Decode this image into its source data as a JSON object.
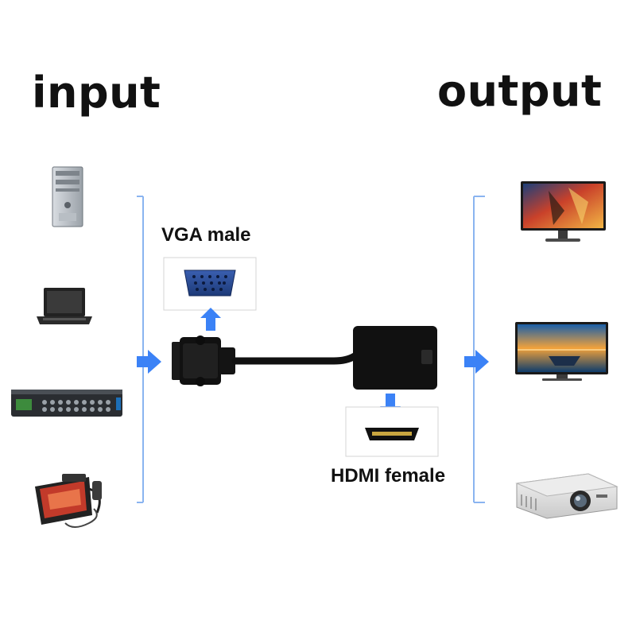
{
  "headings": {
    "input": "input",
    "output": "output"
  },
  "labels": {
    "vga": "VGA male",
    "hdmi": "HDMI female"
  },
  "colors": {
    "arrow": "#3b82f6",
    "bracket": "#8ab4f0",
    "cable": "#111111"
  },
  "input_devices": [
    {
      "icon": "desktop-tower-icon"
    },
    {
      "icon": "laptop-icon"
    },
    {
      "icon": "dvr-recorder-icon"
    },
    {
      "icon": "pos-terminal-icon"
    }
  ],
  "output_devices": [
    {
      "icon": "gaming-monitor-icon"
    },
    {
      "icon": "tv-icon"
    },
    {
      "icon": "projector-icon"
    }
  ]
}
